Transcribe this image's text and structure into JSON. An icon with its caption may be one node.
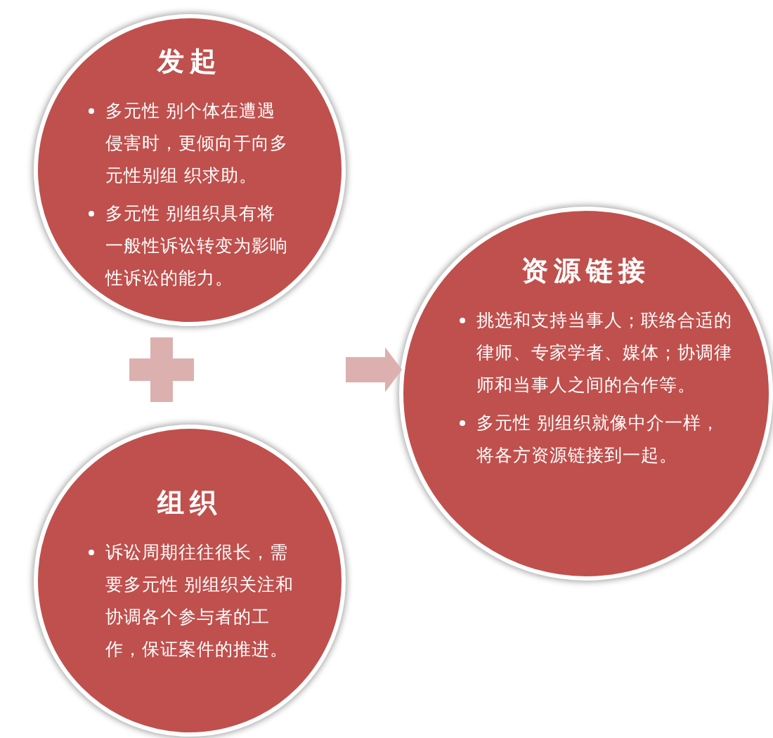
{
  "diagram": {
    "nodes": [
      {
        "text": [
          "发起",
          "多元性 别个体在遭遇侵害时，更倾向于向多元性别组 织求助。",
          "多元性 别组织具有将一般性诉讼转变为影响性诉讼的能力。"
        ]
      },
      {
        "text": [
          "资源链接",
          "挑选和支持当事人；联络合适的律师、专家学者、媒体；协调律师和当事人之间的合作等。",
          "多元性 别组织就像中介一样，将各方资源链接到一起。"
        ]
      },
      {
        "text": [
          "组织",
          "诉讼周期往往很长，需要多元性 别组织关注和协调各个参与者的工作，保证案件的推进。"
        ]
      }
    ],
    "edges": [
      {
        "from": null,
        "to": 1,
        "arrow": "to"
      }
    ]
  }
}
